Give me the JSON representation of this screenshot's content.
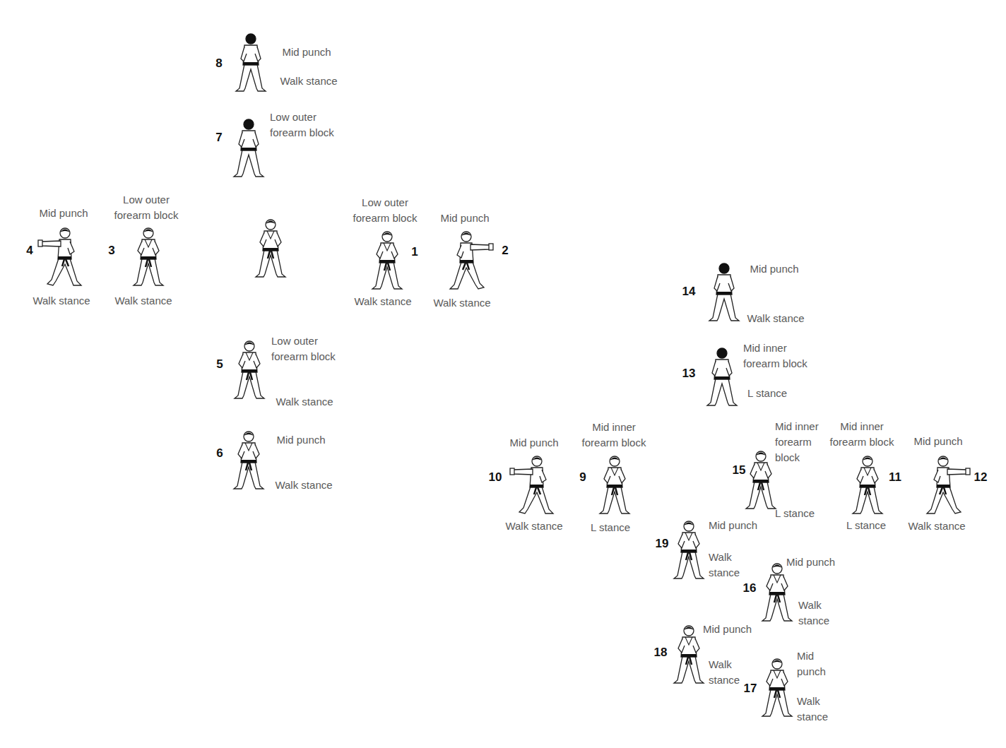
{
  "diagram": {
    "nodes": [
      {
        "text": [
          "8",
          "Mid punch",
          "Walk stance",
          "7",
          "Low outer forearm block",
          "4",
          "Mid punch",
          "Walk stance",
          "3",
          "Low outer forearm block",
          "Walk stance",
          "Low outer forearm block",
          "1",
          "Walk stance",
          "Mid punch",
          "2",
          "Walk stance",
          "5",
          "Low outer forearm block",
          "Walk stance",
          "6",
          "Mid punch",
          "Walk stance"
        ]
      },
      {
        "text": [
          "14",
          "Mid punch",
          "Walk stance",
          "13",
          "Mid inner forearm block",
          "L stance",
          "Mid punch",
          "10",
          "Walk stance",
          "Mid inner forearm block",
          "9",
          "L stance",
          "Mid inner forearm block",
          "15",
          "L stance",
          "Mid inner forearm block",
          "11",
          "L stance",
          "Mid punch",
          "12",
          "Walk stance",
          "19",
          "Mid punch",
          "Walk stance",
          "16",
          "Mid punch",
          "Walk stance",
          "18",
          "Mid punch",
          "Walk stance",
          "17",
          "Mid punch",
          "Walk stance"
        ]
      }
    ]
  }
}
